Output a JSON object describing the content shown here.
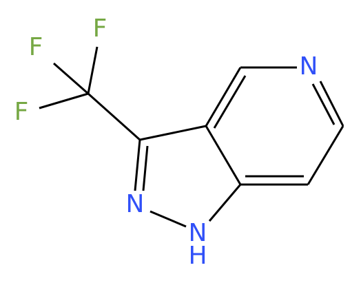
{
  "molecule": {
    "colors": {
      "bond": "#000000",
      "nitrogen": "#3050F8",
      "fluorine": "#76A844"
    },
    "atoms": {
      "F_top": "F",
      "F_left": "F",
      "F_bottom": "F",
      "N_pyridine": "N",
      "N_pyrazole": "N",
      "N_H_nitrogen": "N",
      "N_H_hydrogen": "H"
    }
  }
}
